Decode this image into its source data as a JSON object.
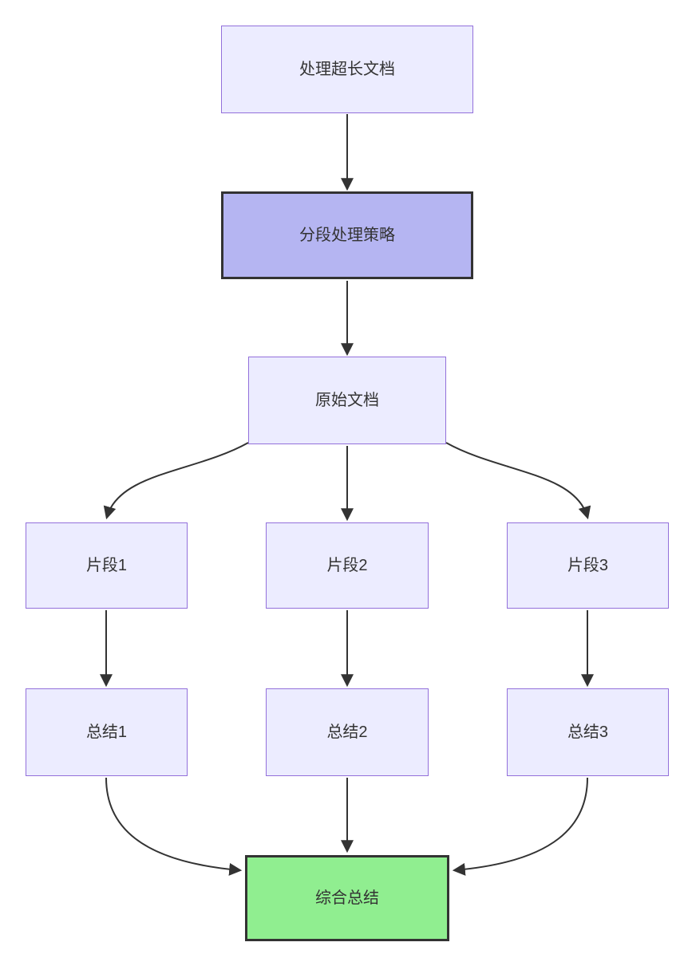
{
  "diagram": {
    "type": "flowchart",
    "direction": "top-down",
    "nodes": [
      {
        "id": "A",
        "label": "处理超长文档",
        "kind": "default"
      },
      {
        "id": "B",
        "label": "分段处理策略",
        "kind": "emphasis"
      },
      {
        "id": "C",
        "label": "原始文档",
        "kind": "default"
      },
      {
        "id": "D",
        "label": "片段1",
        "kind": "default"
      },
      {
        "id": "E",
        "label": "片段2",
        "kind": "default"
      },
      {
        "id": "F",
        "label": "片段3",
        "kind": "default"
      },
      {
        "id": "G",
        "label": "总结1",
        "kind": "default"
      },
      {
        "id": "H",
        "label": "总结2",
        "kind": "default"
      },
      {
        "id": "I",
        "label": "总结3",
        "kind": "default"
      },
      {
        "id": "J",
        "label": "综合总结",
        "kind": "result"
      }
    ],
    "edges": [
      {
        "from": "A",
        "to": "B"
      },
      {
        "from": "B",
        "to": "C"
      },
      {
        "from": "C",
        "to": "D"
      },
      {
        "from": "C",
        "to": "E"
      },
      {
        "from": "C",
        "to": "F"
      },
      {
        "from": "D",
        "to": "G"
      },
      {
        "from": "E",
        "to": "H"
      },
      {
        "from": "F",
        "to": "I"
      },
      {
        "from": "G",
        "to": "J"
      },
      {
        "from": "H",
        "to": "J"
      },
      {
        "from": "I",
        "to": "J"
      }
    ],
    "colors": {
      "node_fill": "#ECECFF",
      "node_border": "#9370DB",
      "emphasis_fill": "#B5B5F2",
      "emphasis_border": "#333333",
      "result_fill": "#90EE90",
      "result_border": "#333333",
      "edge": "#333333",
      "text": "#333333",
      "background": "#FFFFFF"
    }
  }
}
